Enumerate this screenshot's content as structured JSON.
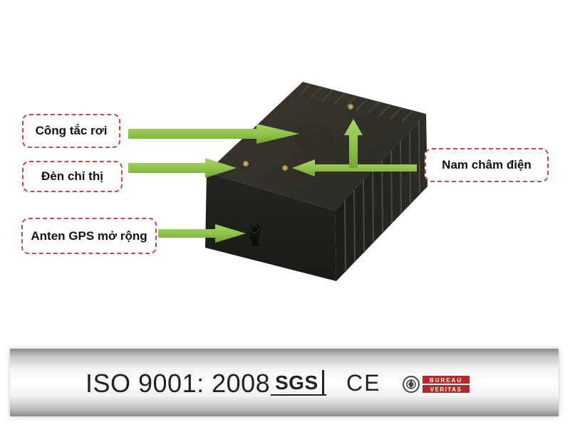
{
  "callouts": {
    "drop_switch": "Công tắc rơi",
    "indicator_light": "Đèn chỉ thị",
    "gps_antenna": "Anten GPS mở rộng",
    "magnet": "Nam châm điện"
  },
  "certifications": {
    "iso": "ISO 9001: 2008",
    "sgs": "SGS",
    "ce": "CE",
    "bureau_veritas_top": "BUREAU",
    "bureau_veritas_bottom": "VERITAS"
  },
  "colors": {
    "arrow_green": "#8fc34a",
    "callout_border": "#c44b4b",
    "device_body": "#2b2a24"
  },
  "icons": {
    "device": "gps-tracker-device-icon",
    "arrow": "green-arrow-icon",
    "bureau_veritas": "bureau-veritas-seal-icon"
  }
}
